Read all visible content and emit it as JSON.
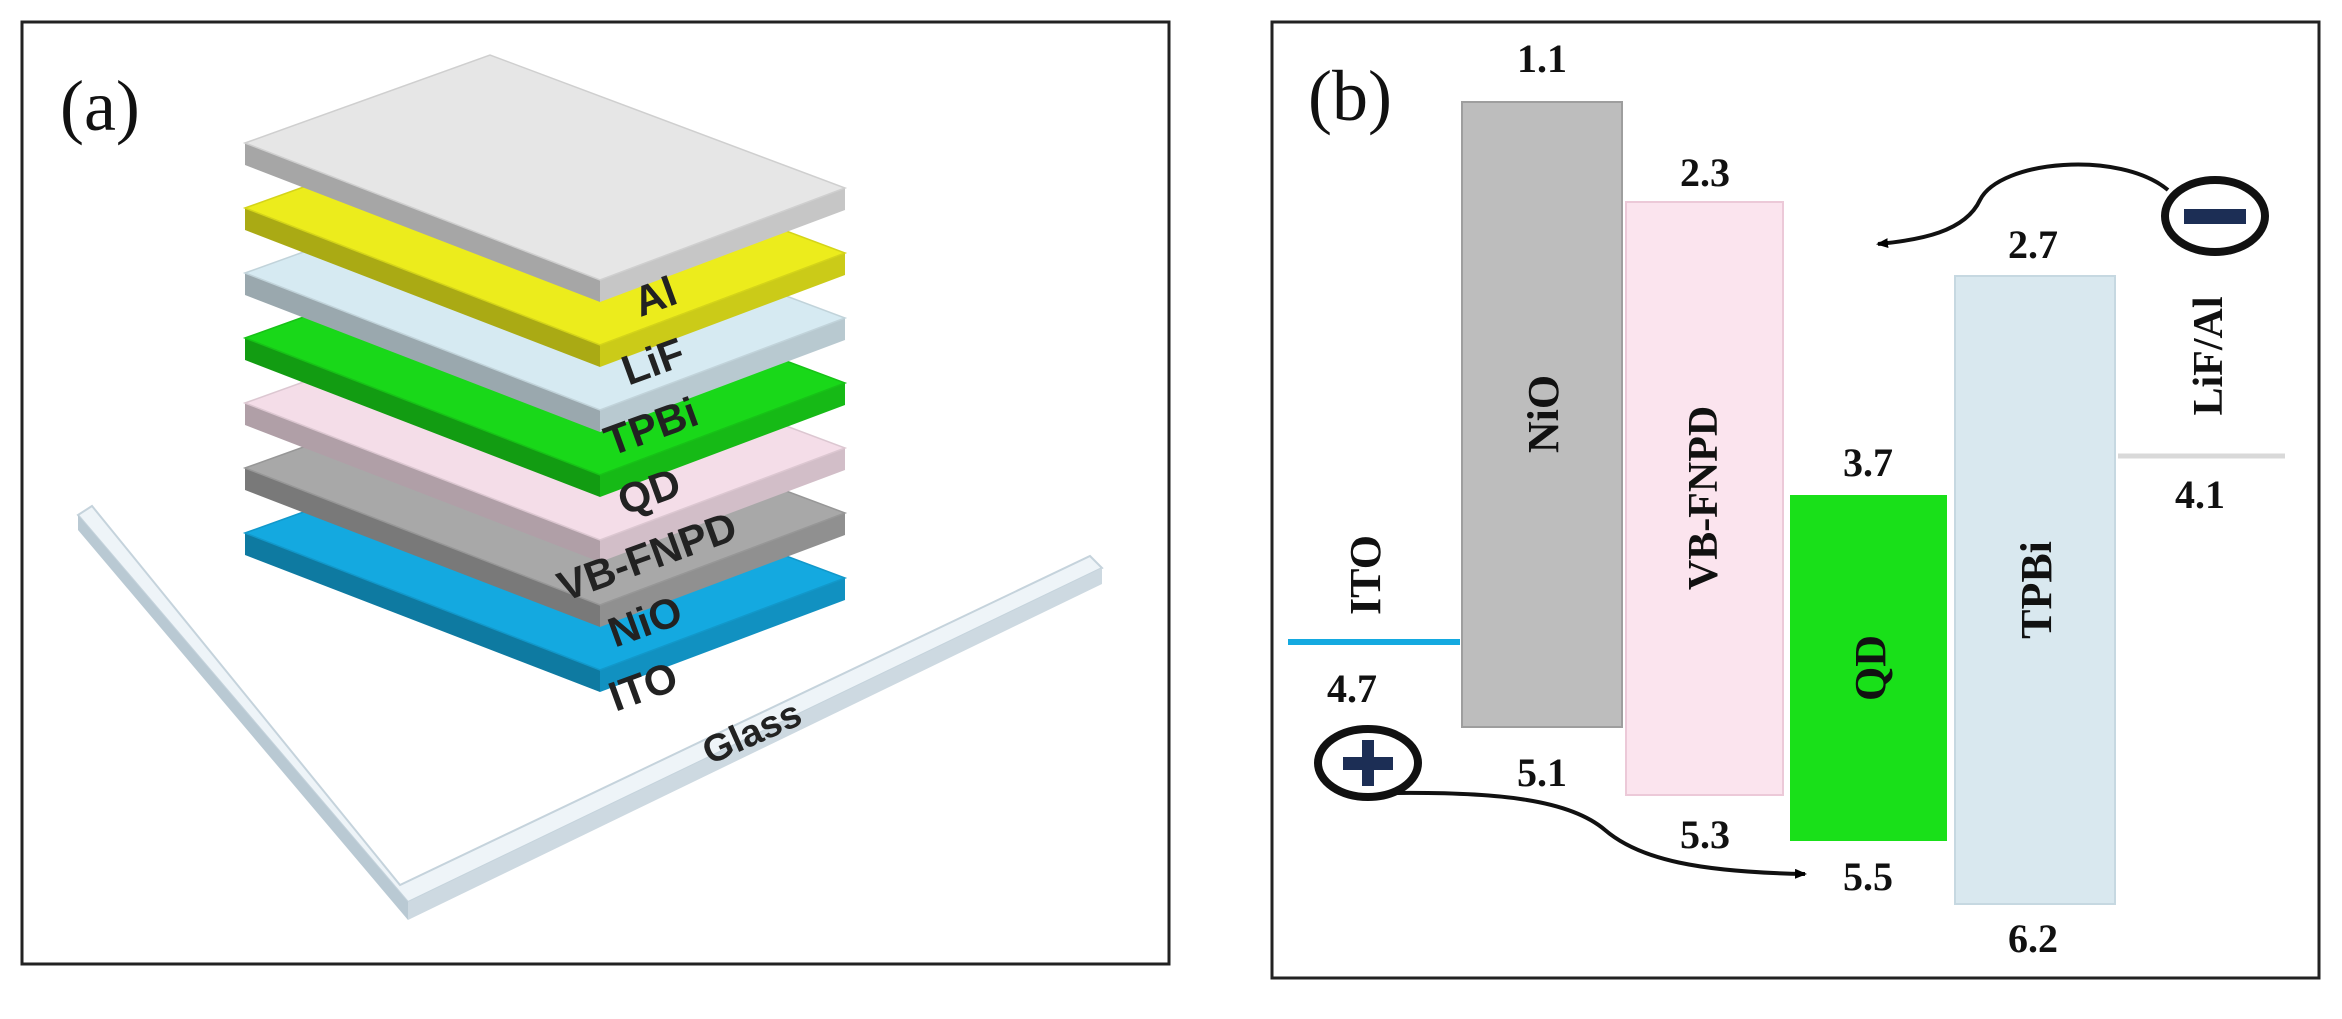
{
  "panel_a": {
    "label": "(a)",
    "layers": [
      {
        "name": "Al",
        "color": "#e6e6e6"
      },
      {
        "name": "LiF",
        "color": "#ecec1c"
      },
      {
        "name": "TPBi",
        "color": "#d6eaf2"
      },
      {
        "name": "QD",
        "color": "#19d819"
      },
      {
        "name": "VB-FNPD",
        "color": "#f4dde8"
      },
      {
        "name": "NiO",
        "color": "#a8a8a8"
      },
      {
        "name": "ITO",
        "color": "#14a9e0"
      }
    ],
    "substrate": {
      "name": "Glass",
      "color": "#dde8ef"
    }
  },
  "panel_b": {
    "label": "(b)",
    "electrodes": [
      {
        "name": "ITO",
        "level": "4.7",
        "color": "#14a9e0"
      },
      {
        "name": "LiF/Al",
        "level": "4.1",
        "color": "#d9d9d9"
      }
    ],
    "bands": [
      {
        "name": "NiO",
        "top": "1.1",
        "bottom": "5.1",
        "color": "#bdbdbd"
      },
      {
        "name": "VB-FNPD",
        "top": "2.3",
        "bottom": "5.3",
        "color": "#fbe4ee"
      },
      {
        "name": "QD",
        "top": "3.7",
        "bottom": "5.5",
        "color": "#19e019"
      },
      {
        "name": "TPBi",
        "top": "2.7",
        "bottom": "6.2",
        "color": "#d9e8ef"
      }
    ],
    "hole_symbol": "+",
    "electron_symbol": "−"
  }
}
